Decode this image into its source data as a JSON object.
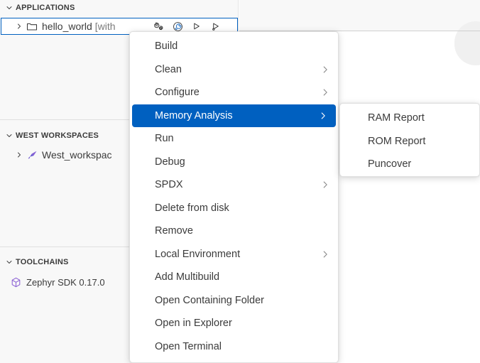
{
  "sidebar": {
    "sections": [
      {
        "id": "applications",
        "title": "APPLICATIONS",
        "twisty_icon": "chevron-down-icon",
        "items": [
          {
            "label": "hello_world",
            "suffix": " [with",
            "icon": "folder-icon",
            "twisty_icon": "chevron-right-icon",
            "selected": true
          }
        ],
        "row_actions": [
          {
            "icon": "gears-build-icon",
            "name": "build-action-icon"
          },
          {
            "icon": "wrench-configure-icon",
            "name": "configure-action-icon"
          },
          {
            "icon": "run-arrow-icon",
            "name": "run-action-icon"
          },
          {
            "icon": "debug-arrow-icon",
            "name": "debug-action-icon"
          }
        ]
      },
      {
        "id": "west-workspaces",
        "title": "WEST WORKSPACES",
        "twisty_icon": "chevron-down-icon",
        "items": [
          {
            "label": "West_workspac",
            "suffix": "",
            "icon": "west-kite-icon",
            "twisty_icon": "chevron-right-icon",
            "selected": false
          }
        ],
        "row_actions": []
      },
      {
        "id": "toolchains",
        "title": "TOOLCHAINS",
        "twisty_icon": "chevron-down-icon",
        "items": [
          {
            "label": "Zephyr SDK 0.17.0",
            "suffix": "",
            "icon": "cube-icon",
            "twisty_icon": "",
            "selected": false
          }
        ],
        "row_actions": []
      }
    ]
  },
  "context_menu": {
    "name": "application-context-menu",
    "items": [
      {
        "label": "Build",
        "has_submenu": false,
        "highlighted": false
      },
      {
        "label": "Clean",
        "has_submenu": true,
        "highlighted": false
      },
      {
        "label": "Configure",
        "has_submenu": true,
        "highlighted": false
      },
      {
        "label": "Memory Analysis",
        "has_submenu": true,
        "highlighted": true
      },
      {
        "label": "Run",
        "has_submenu": false,
        "highlighted": false
      },
      {
        "label": "Debug",
        "has_submenu": false,
        "highlighted": false
      },
      {
        "label": "SPDX",
        "has_submenu": true,
        "highlighted": false
      },
      {
        "label": "Delete from disk",
        "has_submenu": false,
        "highlighted": false
      },
      {
        "label": "Remove",
        "has_submenu": false,
        "highlighted": false
      },
      {
        "label": "Local Environment",
        "has_submenu": true,
        "highlighted": false
      },
      {
        "label": "Add Multibuild",
        "has_submenu": false,
        "highlighted": false
      },
      {
        "label": "Open Containing Folder",
        "has_submenu": false,
        "highlighted": false
      },
      {
        "label": "Open in Explorer",
        "has_submenu": false,
        "highlighted": false
      },
      {
        "label": "Open Terminal",
        "has_submenu": false,
        "highlighted": false
      }
    ]
  },
  "submenu": {
    "name": "memory-analysis-submenu",
    "parent": "Memory Analysis",
    "items": [
      {
        "label": "RAM Report",
        "has_submenu": false,
        "highlighted": false
      },
      {
        "label": "ROM Report",
        "has_submenu": false,
        "highlighted": false
      },
      {
        "label": "Puncover",
        "has_submenu": false,
        "highlighted": false
      }
    ]
  },
  "colors": {
    "accent": "#0060c0",
    "sidebar_bg": "#f8f8f8",
    "menu_bg": "#ffffff",
    "text": "#3b3b3b",
    "muted_text": "#7a7a7a",
    "border": "#e0e0e0"
  }
}
